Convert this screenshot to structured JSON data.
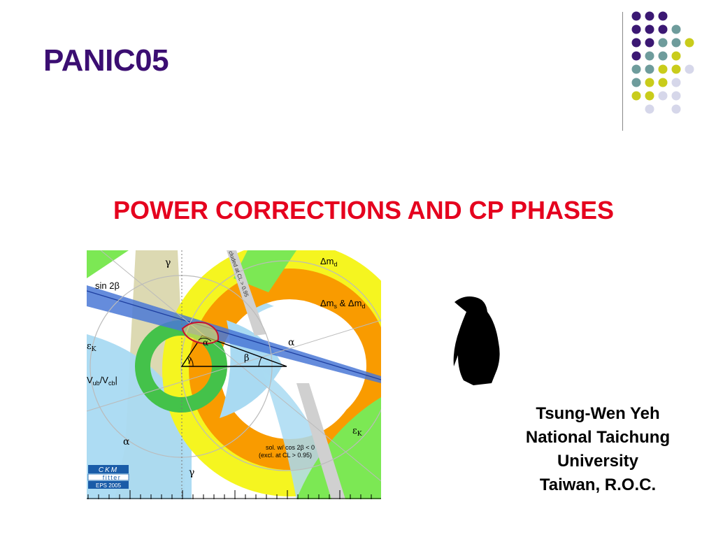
{
  "slide": {
    "title": "PANIC05",
    "subtitle": "POWER CORRECTIONS AND CP PHASES",
    "author_lines": [
      "Tsung-Wen Yeh",
      "National Taichung",
      "University",
      "Taiwan, R.O.C."
    ]
  },
  "colors": {
    "title": "#3b0e72",
    "subtitle": "#e5001e",
    "dot_purple": "#3b1873",
    "dot_teal": "#6e9c9c",
    "dot_lime": "#c9cc1b",
    "dot_lavender": "#d6d7ea"
  },
  "figure": {
    "labels": {
      "gamma_top": "γ",
      "dmd": "Δm",
      "dmd_sub": "d",
      "sin2b": "sin 2β",
      "dms_dmd": "Δm",
      "dms_sub_s": "s",
      "dms_amp": " & Δm",
      "dms_sub_d": "d",
      "alpha_right": "α",
      "eps_left": "ε",
      "eps_left_sub": "K",
      "alpha_tri": "α",
      "gamma_tri": "γ",
      "beta_tri": "β",
      "vub": "V",
      "vub_sub": "ub",
      "vcb_mid": "/V",
      "vcb_sub": "cb",
      "vub_end": "|",
      "alpha_bottom": "α",
      "gamma_bottom": "γ",
      "eps_right": "ε",
      "eps_right_sub": "K",
      "sol_line1": "sol. w/ cos 2β < 0",
      "sol_line2": "(excl. at CL > 0.95)",
      "excluded": "cluded at CL > 0.95",
      "ckm_logo": "CKM",
      "fitter_logo": "fitter",
      "eps_logo": "EPS 2005"
    }
  }
}
